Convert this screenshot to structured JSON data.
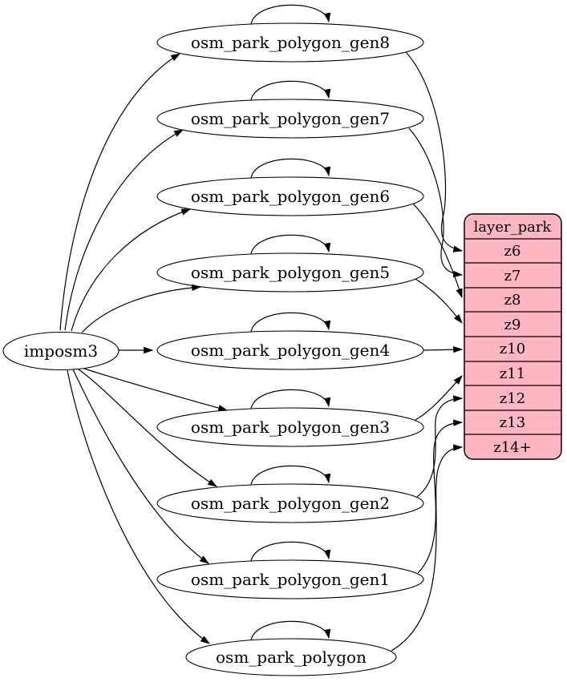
{
  "diagram": {
    "type": "graphviz-digraph",
    "background": "#ffffff",
    "edge_color": "#000000",
    "node_fill": "#ffffff",
    "imposm_node": {
      "label": "imposm3",
      "connects_to_every_table_node": true
    },
    "table_nodes": [
      {
        "label": "osm_park_polygon_gen8",
        "self_loop": true,
        "target_row": "z6"
      },
      {
        "label": "osm_park_polygon_gen7",
        "self_loop": true,
        "target_row": "z7"
      },
      {
        "label": "osm_park_polygon_gen6",
        "self_loop": true,
        "target_row": "z8"
      },
      {
        "label": "osm_park_polygon_gen5",
        "self_loop": true,
        "target_row": "z9"
      },
      {
        "label": "osm_park_polygon_gen4",
        "self_loop": true,
        "target_row": "z10"
      },
      {
        "label": "osm_park_polygon_gen3",
        "self_loop": true,
        "target_row": "z11"
      },
      {
        "label": "osm_park_polygon_gen2",
        "self_loop": true,
        "target_row": "z12"
      },
      {
        "label": "osm_park_polygon_gen1",
        "self_loop": true,
        "target_row": "z13"
      },
      {
        "label": "osm_park_polygon",
        "self_loop": true,
        "target_row": "z14+"
      }
    ],
    "layer_node": {
      "title": "layer_park",
      "rows": [
        "z6",
        "z7",
        "z8",
        "z9",
        "z10",
        "z11",
        "z12",
        "z13",
        "z14+"
      ],
      "fill": "#ffb6c1",
      "border": "#000000"
    }
  }
}
